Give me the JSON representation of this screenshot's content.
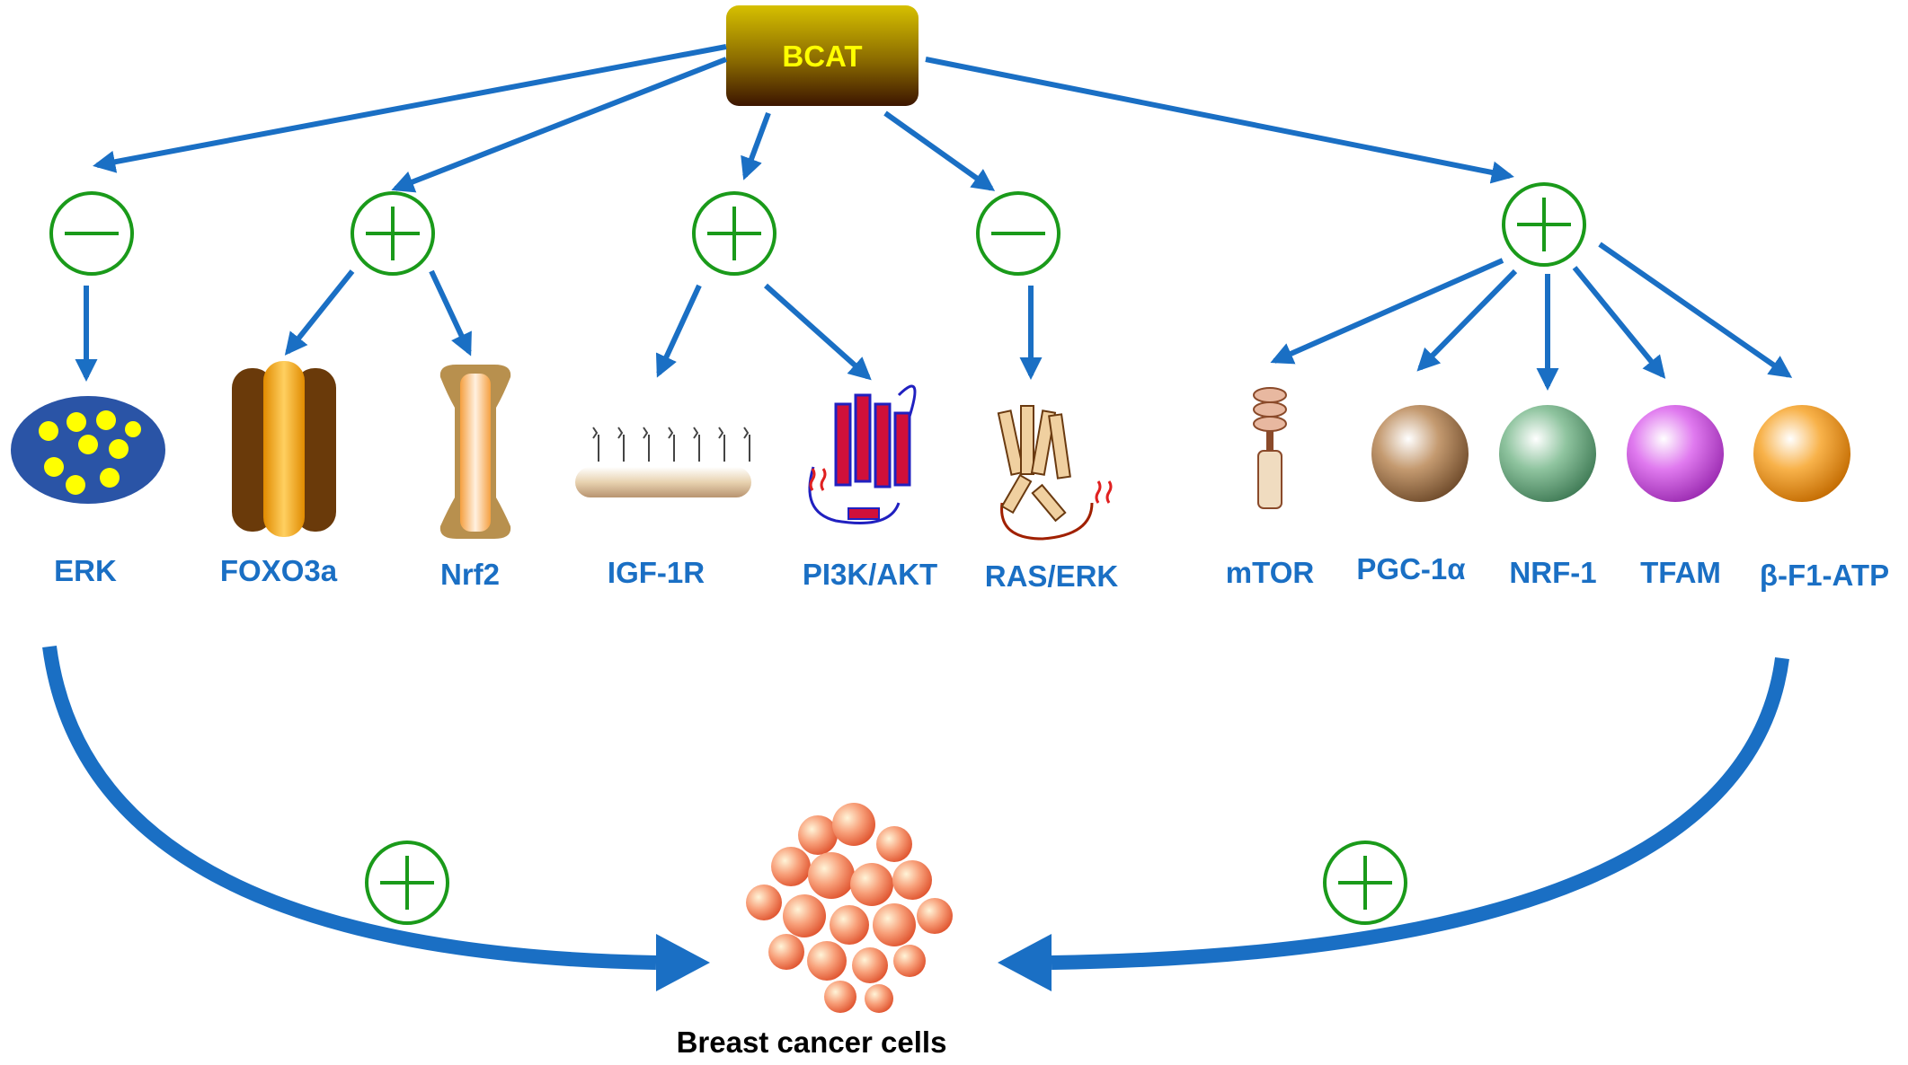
{
  "source": {
    "label": "BCAT"
  },
  "targets": [
    {
      "id": "erk",
      "label": "ERK",
      "effect": "-"
    },
    {
      "id": "foxo3a",
      "label": "FOXO3a",
      "effect": "+"
    },
    {
      "id": "nrf2",
      "label": "Nrf2",
      "effect": "+"
    },
    {
      "id": "igf1r",
      "label": "IGF-1R",
      "effect": "+"
    },
    {
      "id": "pi3k",
      "label": "PI3K/AKT",
      "effect": "+"
    },
    {
      "id": "raserk",
      "label": "RAS/ERK",
      "effect": "-"
    },
    {
      "id": "mtor",
      "label": "mTOR",
      "effect": "+"
    },
    {
      "id": "pgc1a",
      "label": "PGC-1α",
      "effect": "+"
    },
    {
      "id": "nrf1",
      "label": "NRF-1",
      "effect": "+"
    },
    {
      "id": "tfam",
      "label": "TFAM",
      "effect": "+"
    },
    {
      "id": "bf1atp",
      "label": "β-F1-ATP",
      "effect": "+"
    }
  ],
  "outcome": {
    "label": "Breast cancer cells",
    "effect": "+"
  },
  "colors": {
    "arrow": "#1a6fc4",
    "label": "#1a6fc4",
    "symbol": "#1a9a1a",
    "source_fill_top": "#c8b400",
    "source_fill_bottom": "#4a1a00",
    "source_text": "#ffff00"
  }
}
